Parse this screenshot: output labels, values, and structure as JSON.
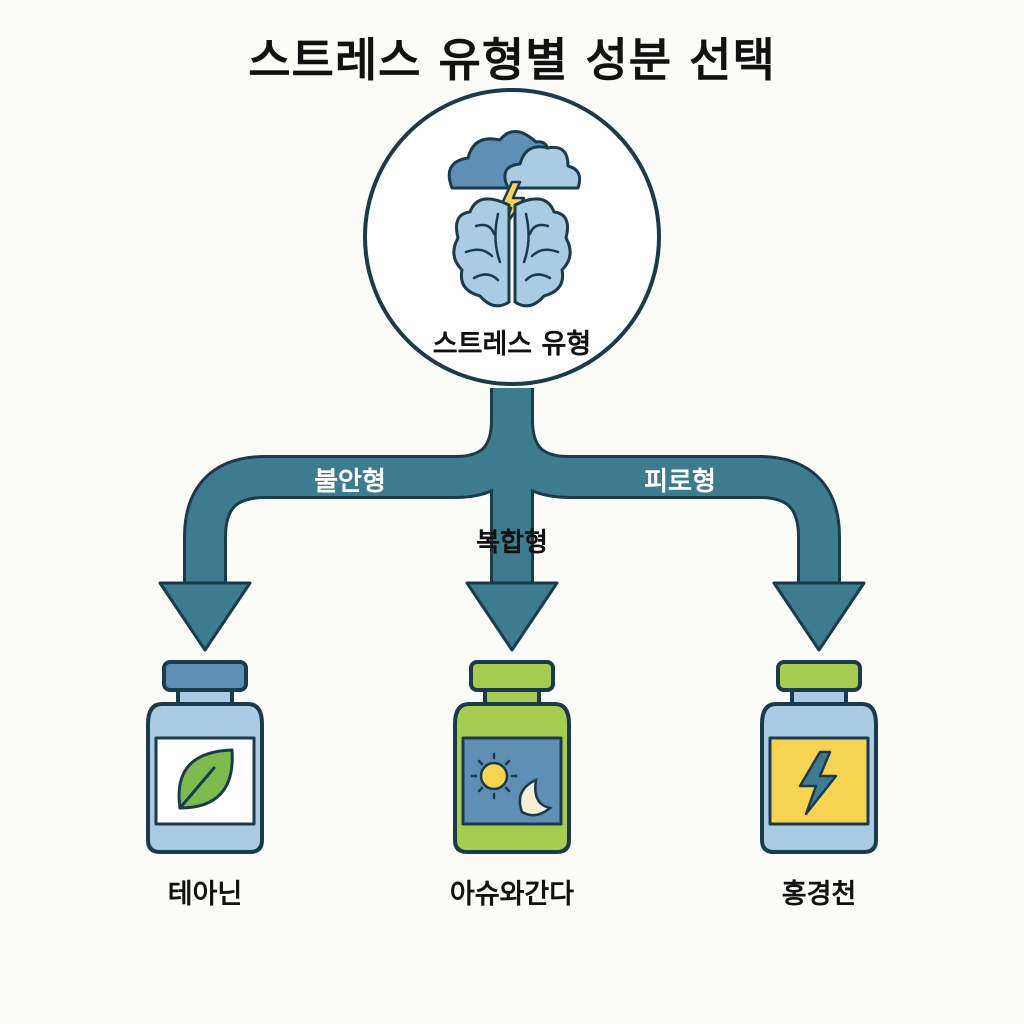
{
  "title": "스트레스 유형별 성분 선택",
  "center": {
    "label": "스트레스 유형",
    "icons": [
      "storm-cloud-icon",
      "lightning-icon",
      "brain-icon"
    ]
  },
  "branches": [
    {
      "label": "불안형",
      "product": "테아닌",
      "label_icon": "leaf-icon"
    },
    {
      "label": "복합형",
      "product": "아슈와간다",
      "label_icon": "sun-moon-icon"
    },
    {
      "label": "피로형",
      "product": "홍경천",
      "label_icon": "lightning-icon"
    }
  ],
  "colors": {
    "arrow": "#3d7c8e",
    "outline": "#1b3a4b",
    "light_blue": "#a9cbe4",
    "mid_blue": "#5f8fb4",
    "green": "#a6cd4f",
    "leaf_green": "#7dbb4c",
    "yellow": "#f7d352",
    "background": "#fbfbf7"
  }
}
